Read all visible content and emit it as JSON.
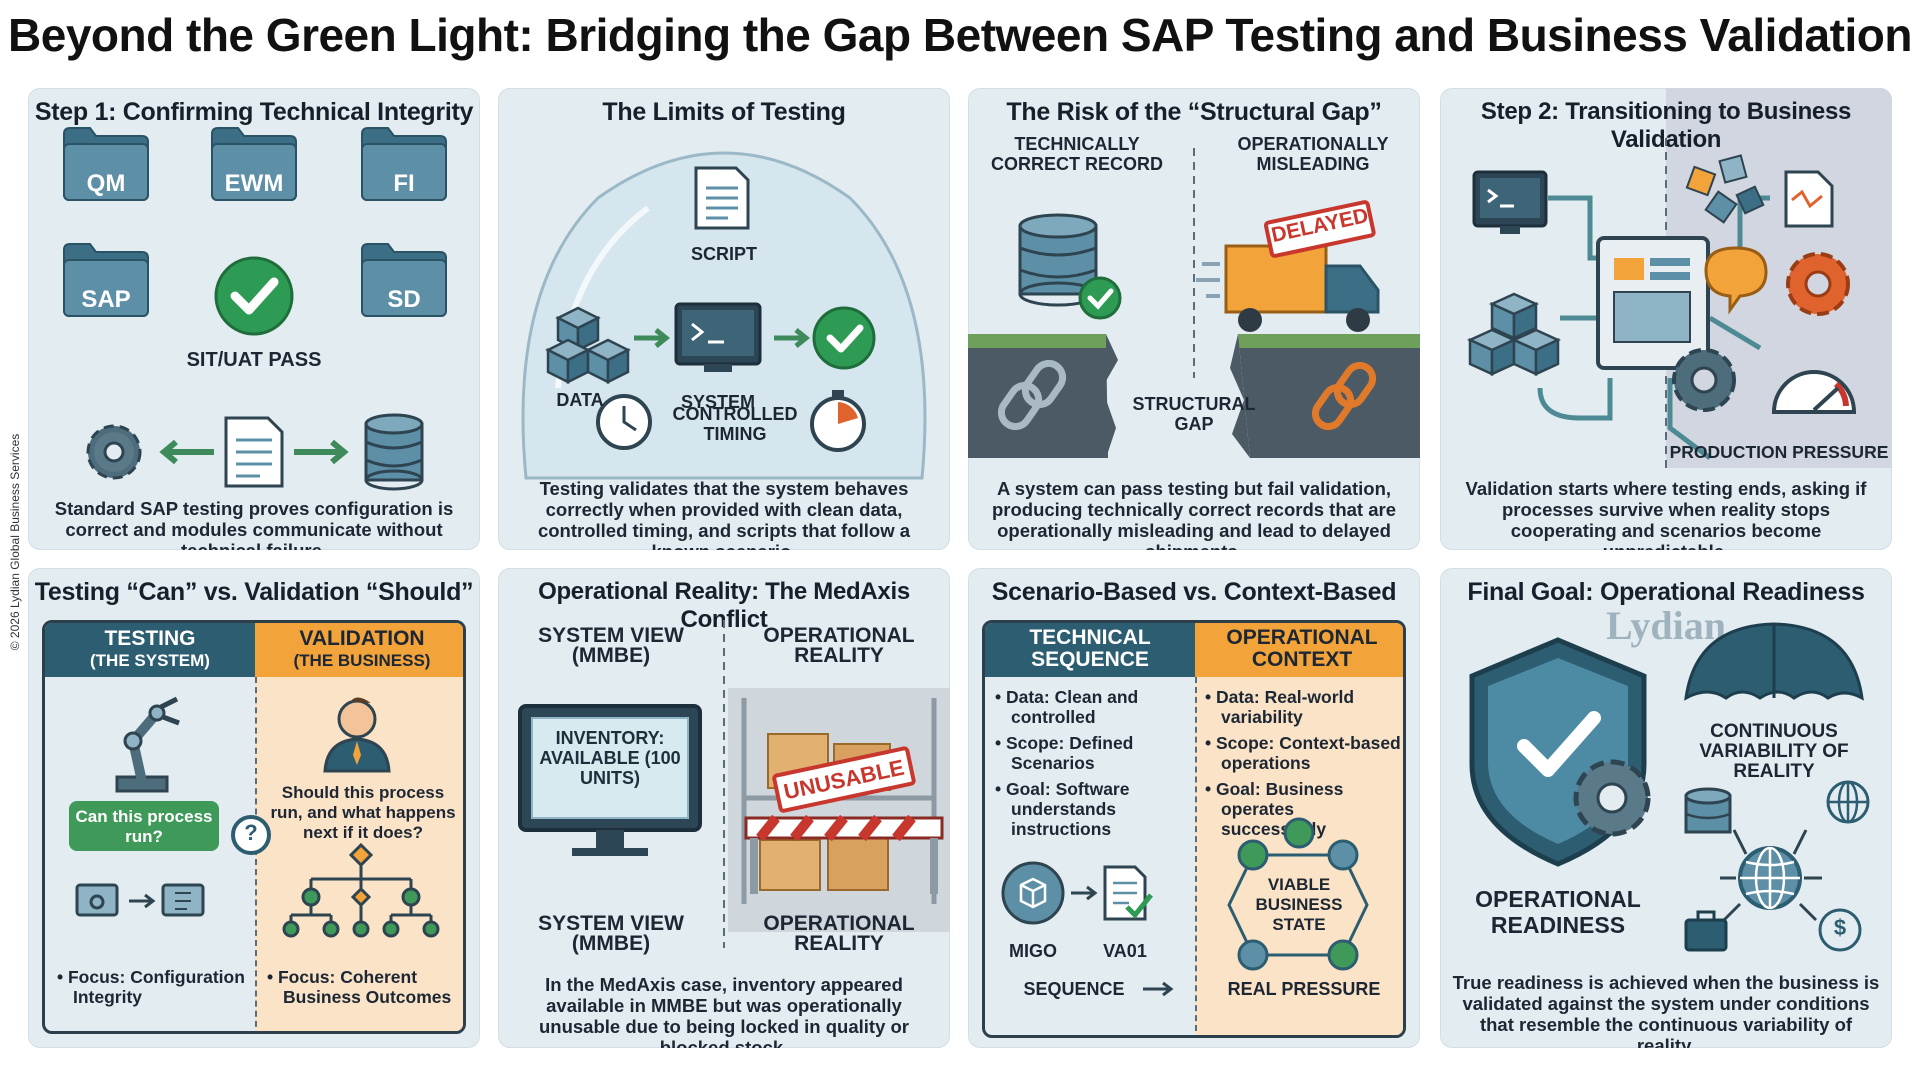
{
  "title": "Beyond the Green Light: Bridging the Gap Between SAP Testing and Business Validation",
  "copyright": "© 2026 Lydian Global Business Services",
  "panel1": {
    "title": "Step 1: Confirming Technical Integrity",
    "modules": [
      "QM",
      "EWM",
      "FI",
      "SAP",
      "SD"
    ],
    "pass_label": "SIT/UAT PASS",
    "caption": "Standard SAP testing proves configuration is correct and modules communicate without technical failure."
  },
  "panel2": {
    "title": "The Limits of Testing",
    "script": "SCRIPT",
    "data": "DATA",
    "system": "SYSTEM",
    "timing": "CONTROLLED TIMING",
    "caption": "Testing validates that the system behaves correctly when provided with clean data, controlled timing, and scripts that follow a known scenario."
  },
  "panel3": {
    "title": "The Risk of the “Structural Gap”",
    "left_label": "TECHNICALLY CORRECT RECORD",
    "right_label": "OPERATIONALLY MISLEADING",
    "stamp": "DELAYED",
    "gap": "STRUCTURAL GAP",
    "caption": "A system can pass testing but fail validation, producing technically correct records that are operationally misleading and lead to delayed shipments."
  },
  "panel4": {
    "title": "Step 2: Transitioning to Business Validation",
    "pressure": "PRODUCTION PRESSURE",
    "caption": "Validation starts where testing ends, asking if processes survive when reality stops cooperating and scenarios become unpredictable."
  },
  "panel5": {
    "title": "Testing “Can” vs. Validation “Should”",
    "left_head": "TESTING",
    "left_sub": "(THE SYSTEM)",
    "right_head": "VALIDATION",
    "right_sub": "(THE BUSINESS)",
    "can_q": "Can this process run?",
    "should_q": "Should this process run, and what happens next if it does?",
    "left_focus": "• Focus: Configuration Integrity",
    "right_focus": "• Focus: Coherent Business Outcomes"
  },
  "panel6": {
    "title": "Operational Reality: The MedAxis Conflict",
    "sys_view": "SYSTEM VIEW (MMBE)",
    "op_reality": "OPERATIONAL REALITY",
    "screen": "INVENTORY: AVAILABLE (100 UNITS)",
    "stamp": "UNUSABLE",
    "caption": "In the MedAxis case, inventory appeared available in MMBE but was operationally unusable due to being locked in quality or blocked stock."
  },
  "panel7": {
    "title": "Scenario-Based vs. Context-Based",
    "left_head": "TECHNICAL SEQUENCE",
    "right_head": "OPERATIONAL CONTEXT",
    "left_items": [
      "• Data: Clean and controlled",
      "• Scope: Defined Scenarios",
      "• Goal: Software understands instructions"
    ],
    "right_items": [
      "• Data: Real-world variability",
      "• Scope: Context-based operations",
      "• Goal: Business operates successfully"
    ],
    "migo": "MIGO",
    "va01": "VA01",
    "viable": "VIABLE BUSINESS STATE",
    "sequence": "SEQUENCE",
    "real_pressure": "REAL PRESSURE"
  },
  "panel8": {
    "title": "Final Goal: Operational Readiness",
    "brand": "Lydian",
    "readiness": "OPERATIONAL READINESS",
    "variability": "CONTINUOUS VARIABILITY OF REALITY",
    "caption": "True readiness is achieved when the business is validated against the system under conditions that resemble the continuous variability of reality."
  },
  "colors": {
    "panel_bg": "#e3ecf1",
    "teal_dark": "#2c5d70",
    "orange": "#f2a33a",
    "green": "#2e9b54",
    "red": "#c8372d"
  },
  "icons": [
    "folder-icon",
    "check-icon",
    "gear-icon",
    "document-icon",
    "database-icon",
    "cubes-icon",
    "terminal-icon",
    "clock-icon",
    "stopwatch-icon",
    "truck-icon",
    "chain-icon",
    "robot-arm-icon",
    "person-icon",
    "question-icon",
    "flowchart-icon",
    "monitor-icon",
    "barrier-icon",
    "shield-icon",
    "umbrella-icon",
    "globe-icon",
    "gauge-icon"
  ]
}
